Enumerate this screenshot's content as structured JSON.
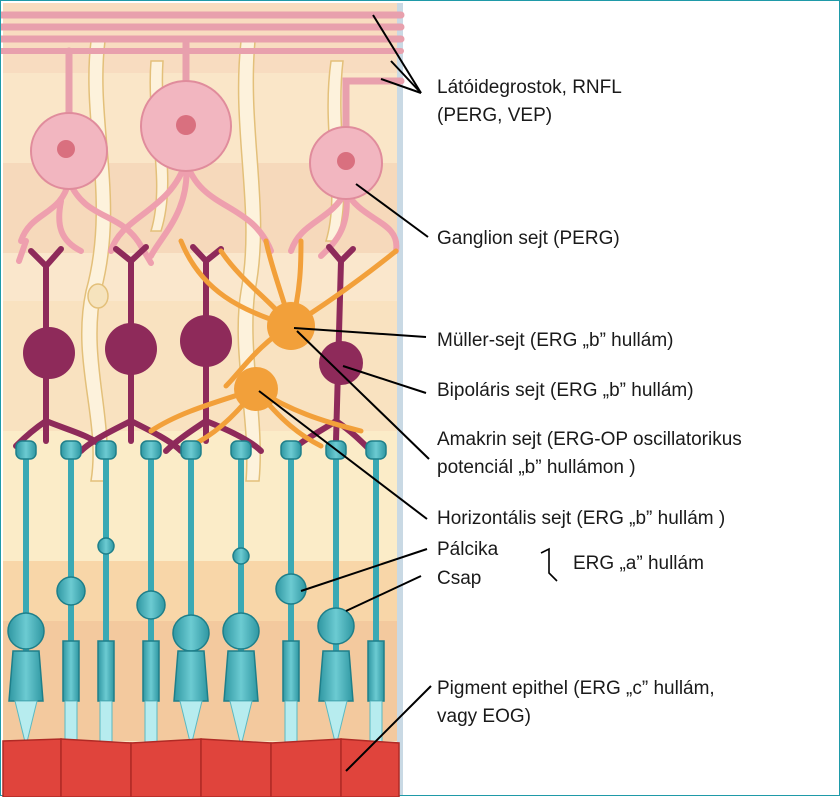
{
  "labels": {
    "rnfl_line1": "Látóidegrostok, RNFL",
    "rnfl_line2": "(PERG, VEP)",
    "ganglion": "Ganglion sejt (PERG)",
    "muller": "Müller-sejt (ERG „b” hullám)",
    "bipolar": "Bipoláris sejt (ERG „b” hullám)",
    "amacrine_line1": "Amakrin sejt (ERG-OP oscillatorikus",
    "amacrine_line2": "potenciál „b” hullámon )",
    "horizontal": "Horizontális sejt (ERG „b” hullám )",
    "rod": "Pálcika",
    "cone": "Csap",
    "a_wave": "ERG „a” hullám",
    "rpe_line1": "Pigment epithel (ERG „c” hullám,",
    "rpe_line2": "vagy EOG)"
  },
  "colors": {
    "nerve_fiber": "#e8a0ad",
    "ganglion": "#f2b6c0",
    "ganglion_nucleus": "#d9707f",
    "bipolar": "#8e2a5a",
    "amacrine_horizontal": "#f2a03a",
    "photoreceptor": "#3aa9b4",
    "rpe": "#e0443c",
    "border": "#1f9aa8"
  }
}
